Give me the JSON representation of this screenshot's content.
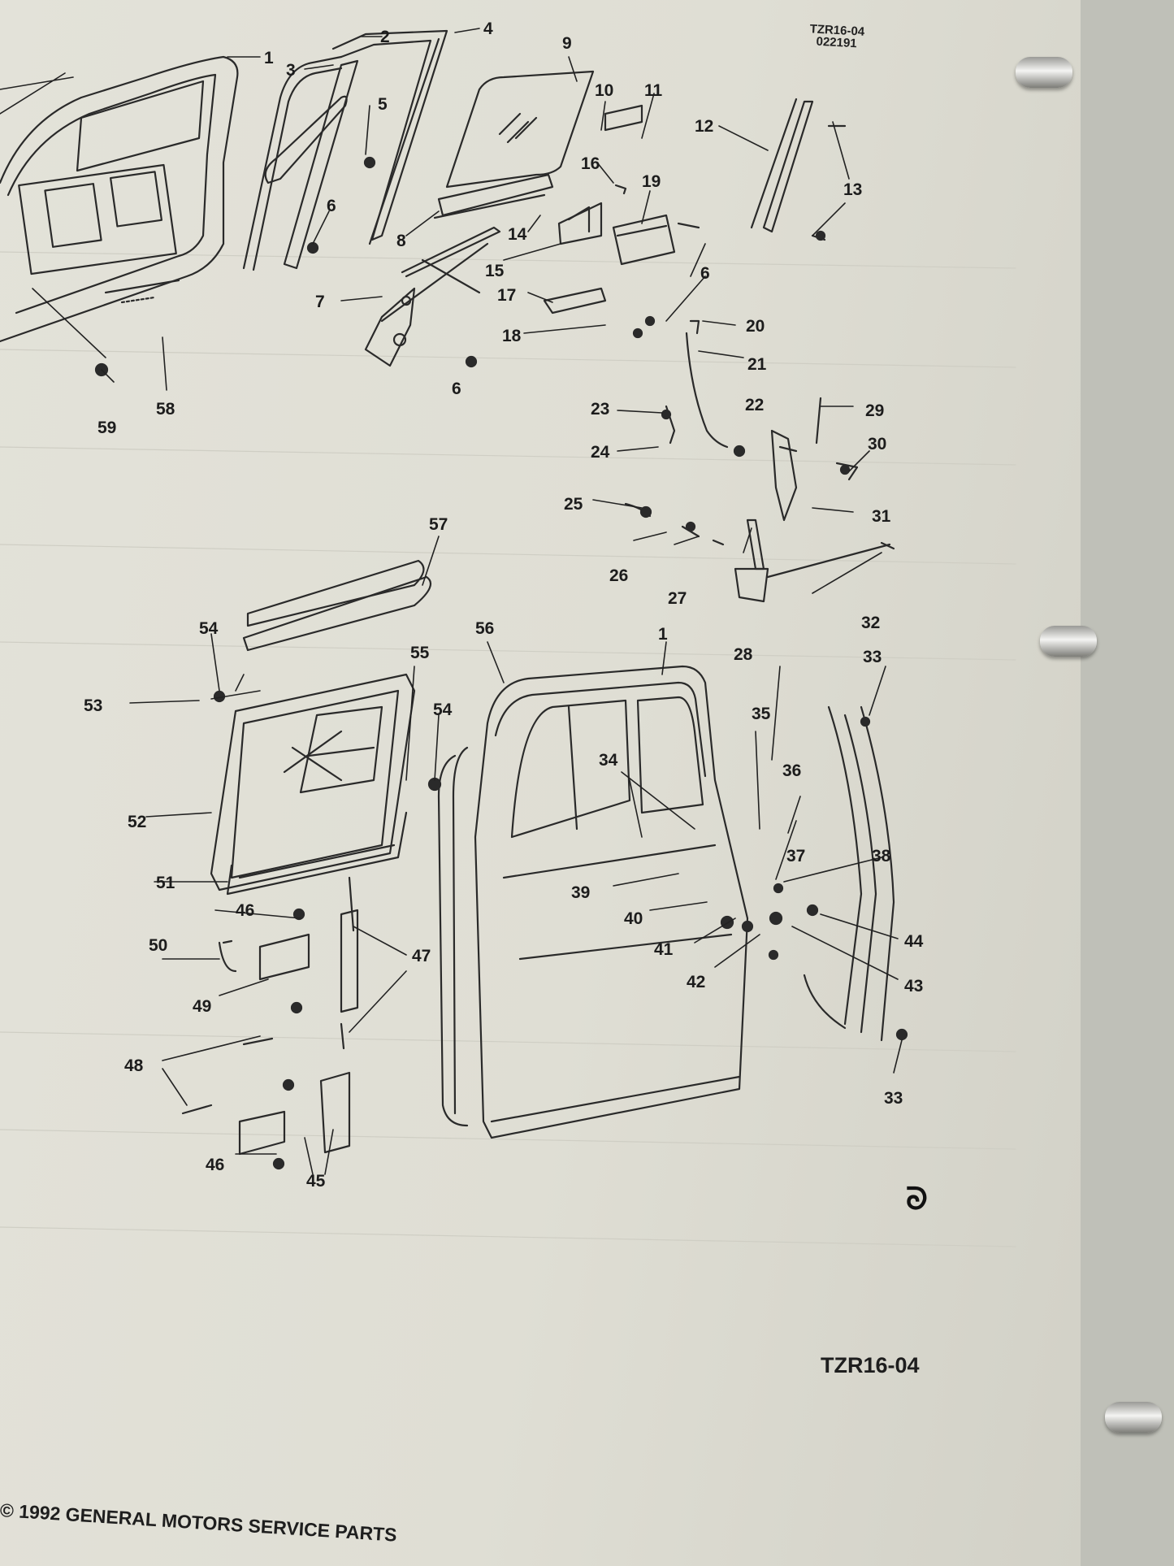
{
  "header": {
    "code": "TZR16-04",
    "date_code": "022191"
  },
  "footer": {
    "code": "TZR16-04",
    "copyright": "© 1992 GENERAL MOTORS SERVICE PARTS"
  },
  "logo_icon": "gm-service-parts-logo",
  "callouts": [
    {
      "id": "c1a",
      "text": "1"
    },
    {
      "id": "c2",
      "text": "2"
    },
    {
      "id": "c3",
      "text": "3"
    },
    {
      "id": "c4",
      "text": "4"
    },
    {
      "id": "c5",
      "text": "5"
    },
    {
      "id": "c6a",
      "text": "6"
    },
    {
      "id": "c6b",
      "text": "6"
    },
    {
      "id": "c6c",
      "text": "6"
    },
    {
      "id": "c7",
      "text": "7"
    },
    {
      "id": "c8",
      "text": "8"
    },
    {
      "id": "c9",
      "text": "9"
    },
    {
      "id": "c10",
      "text": "10"
    },
    {
      "id": "c11",
      "text": "11"
    },
    {
      "id": "c12",
      "text": "12"
    },
    {
      "id": "c13",
      "text": "13"
    },
    {
      "id": "c14",
      "text": "14"
    },
    {
      "id": "c15",
      "text": "15"
    },
    {
      "id": "c16",
      "text": "16"
    },
    {
      "id": "c17",
      "text": "17"
    },
    {
      "id": "c18",
      "text": "18"
    },
    {
      "id": "c19",
      "text": "19"
    },
    {
      "id": "c20",
      "text": "20"
    },
    {
      "id": "c21",
      "text": "21"
    },
    {
      "id": "c22",
      "text": "22"
    },
    {
      "id": "c23",
      "text": "23"
    },
    {
      "id": "c24",
      "text": "24"
    },
    {
      "id": "c25",
      "text": "25"
    },
    {
      "id": "c26",
      "text": "26"
    },
    {
      "id": "c27",
      "text": "27"
    },
    {
      "id": "c28",
      "text": "28"
    },
    {
      "id": "c29",
      "text": "29"
    },
    {
      "id": "c30",
      "text": "30"
    },
    {
      "id": "c31",
      "text": "31"
    },
    {
      "id": "c32",
      "text": "32"
    },
    {
      "id": "c33a",
      "text": "33"
    },
    {
      "id": "c33b",
      "text": "33"
    },
    {
      "id": "c34",
      "text": "34"
    },
    {
      "id": "c35",
      "text": "35"
    },
    {
      "id": "c36",
      "text": "36"
    },
    {
      "id": "c37",
      "text": "37"
    },
    {
      "id": "c38",
      "text": "38"
    },
    {
      "id": "c39",
      "text": "39"
    },
    {
      "id": "c40",
      "text": "40"
    },
    {
      "id": "c41",
      "text": "41"
    },
    {
      "id": "c42",
      "text": "42"
    },
    {
      "id": "c43",
      "text": "43"
    },
    {
      "id": "c44",
      "text": "44"
    },
    {
      "id": "c45",
      "text": "45"
    },
    {
      "id": "c46a",
      "text": "46"
    },
    {
      "id": "c46b",
      "text": "46"
    },
    {
      "id": "c47",
      "text": "47"
    },
    {
      "id": "c48",
      "text": "48"
    },
    {
      "id": "c49",
      "text": "49"
    },
    {
      "id": "c50",
      "text": "50"
    },
    {
      "id": "c51",
      "text": "51"
    },
    {
      "id": "c52",
      "text": "52"
    },
    {
      "id": "c53",
      "text": "53"
    },
    {
      "id": "c54a",
      "text": "54"
    },
    {
      "id": "c54b",
      "text": "54"
    },
    {
      "id": "c55",
      "text": "55"
    },
    {
      "id": "c56",
      "text": "56"
    },
    {
      "id": "c1b",
      "text": "1"
    },
    {
      "id": "c57",
      "text": "57"
    },
    {
      "id": "c58",
      "text": "58"
    },
    {
      "id": "c59",
      "text": "59"
    }
  ]
}
